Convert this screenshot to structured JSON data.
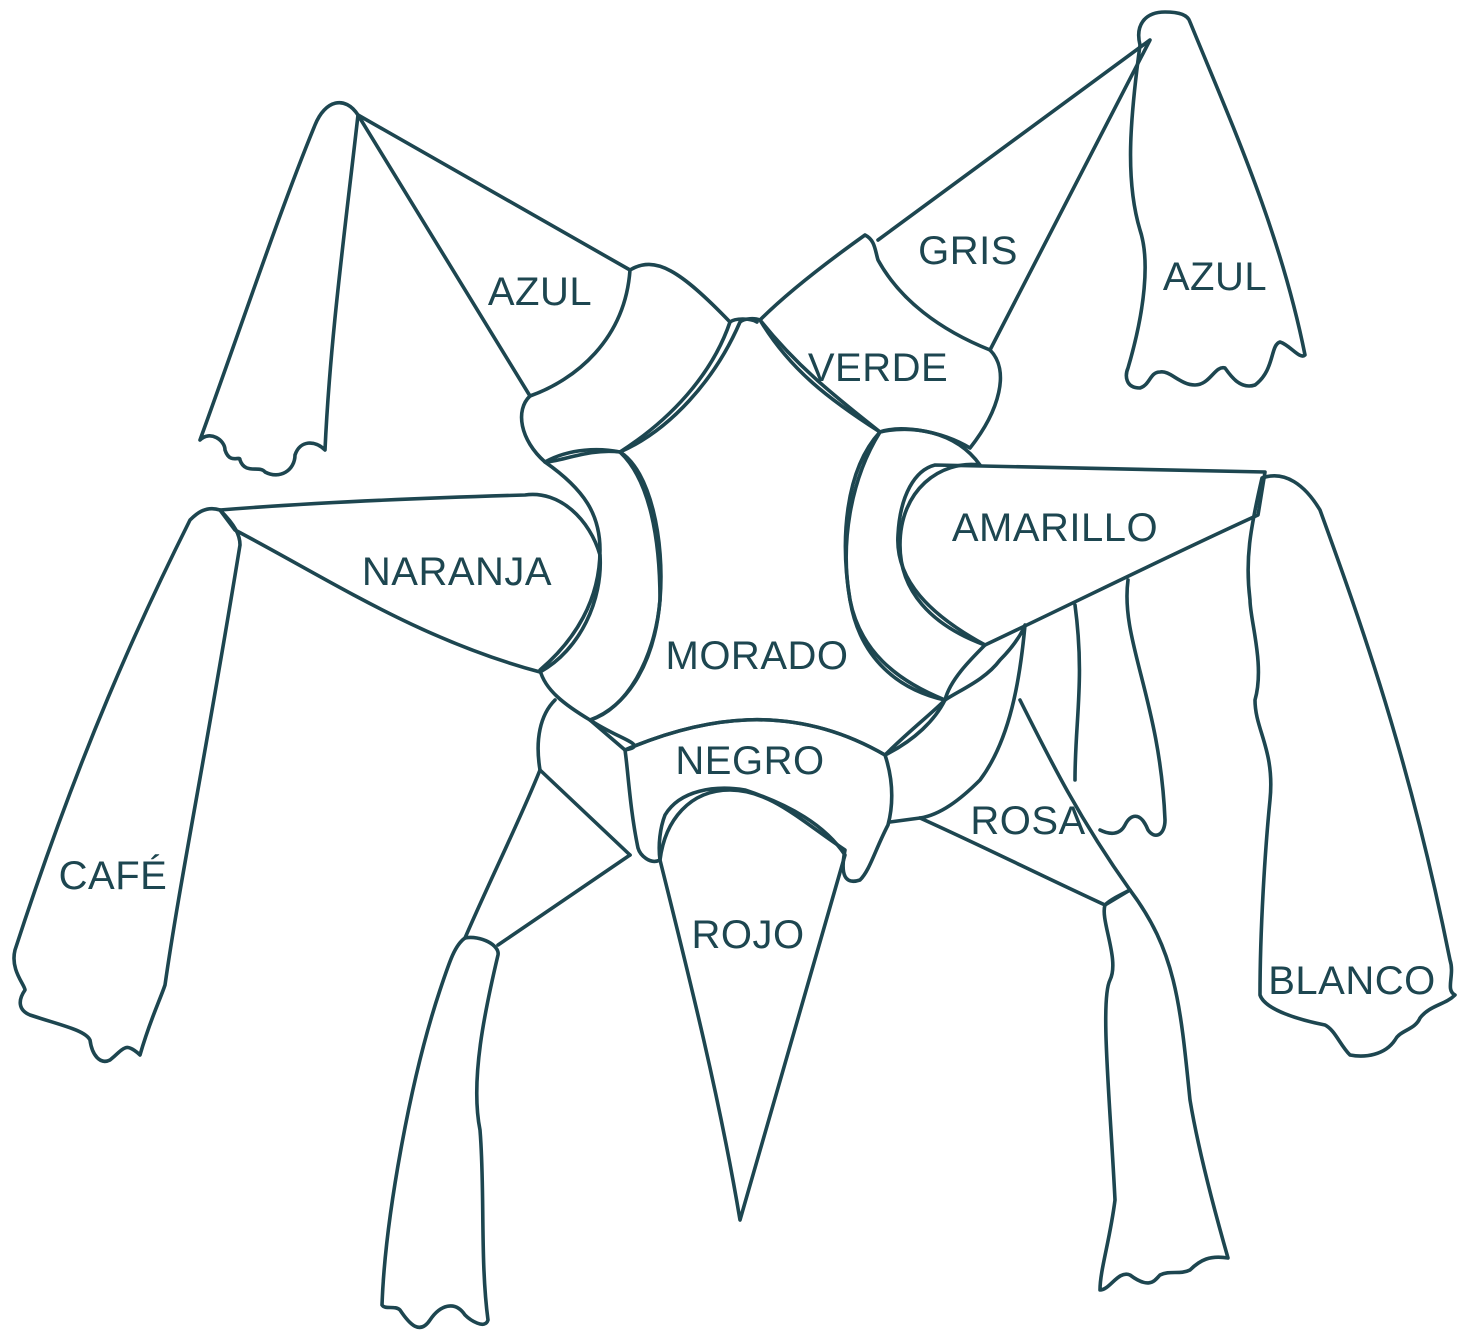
{
  "colors": {
    "ink": "#1d4650",
    "background": "#ffffff"
  },
  "labels": {
    "azul_left": "AZUL",
    "gris": "GRIS",
    "azul_right": "AZUL",
    "verde": "VERDE",
    "amarillo": "AMARILLO",
    "naranja": "NARANJA",
    "morado": "MORADO",
    "negro": "NEGRO",
    "rosa": "ROSA",
    "cafe": "CAFÉ",
    "rojo": "ROJO",
    "blanco": "BLANCO"
  }
}
